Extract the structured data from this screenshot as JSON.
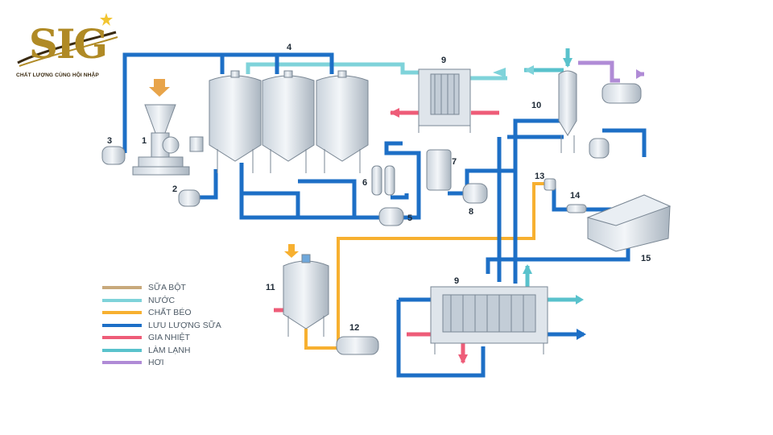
{
  "logo": {
    "text": "SIG",
    "tagline": "CHẤT LƯỢNG CÙNG HỘI NHẬP",
    "gold": "#b08a25",
    "dark": "#3a2a10"
  },
  "colors": {
    "milk_powder": "#c8a97c",
    "water": "#7fd3da",
    "fat": "#f7b030",
    "milk_flow": "#1d6fc6",
    "heating": "#ee5c78",
    "cooling": "#59c2cc",
    "steam": "#b08bd6",
    "equipment_fill": "#e4e9ef",
    "equipment_stroke": "#7a8794"
  },
  "legend": [
    {
      "label": "SỮA BỘT",
      "color": "#c8a97c"
    },
    {
      "label": "NƯỚC",
      "color": "#7fd3da"
    },
    {
      "label": "CHẤT BÉO",
      "color": "#f7b030"
    },
    {
      "label": "LƯU LƯỢNG SỮA",
      "color": "#1d6fc6"
    },
    {
      "label": "GIA NHIỆT",
      "color": "#ee5c78"
    },
    {
      "label": "LÀM LẠNH",
      "color": "#59c2cc"
    },
    {
      "label": "HƠI",
      "color": "#b08bd6"
    }
  ],
  "component_numbers": [
    "1",
    "2",
    "3",
    "4",
    "5",
    "6",
    "7",
    "8",
    "9",
    "9",
    "10",
    "11",
    "12",
    "13",
    "14",
    "15"
  ]
}
